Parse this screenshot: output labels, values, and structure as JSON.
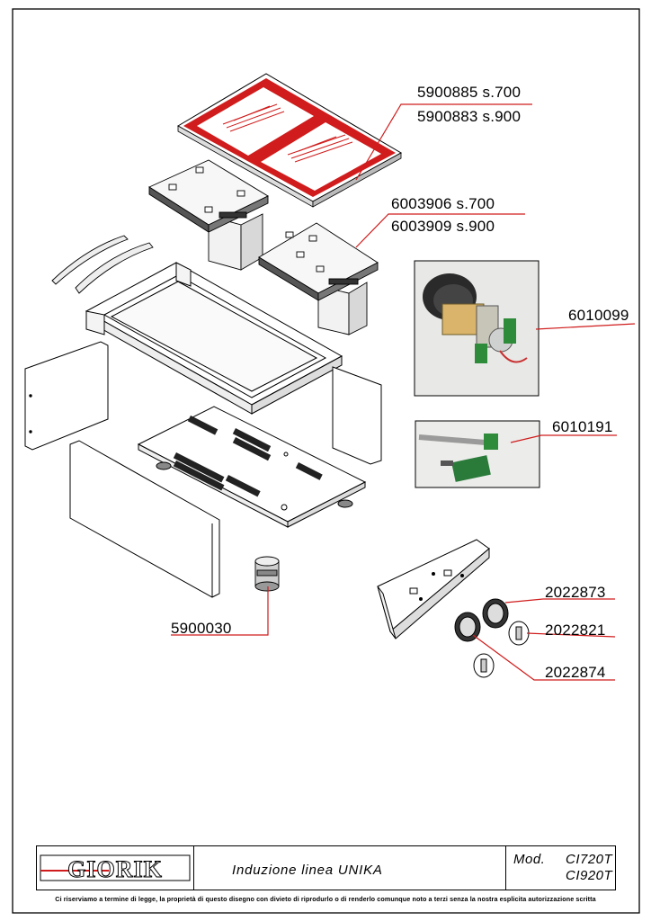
{
  "callouts": [
    {
      "id": "glass-top-700",
      "text": "5900885  s.700"
    },
    {
      "id": "glass-top-900",
      "text": "5900883  s.900"
    },
    {
      "id": "induction-700",
      "text": "6003906  s.700"
    },
    {
      "id": "induction-900",
      "text": "6003909  s.900"
    },
    {
      "id": "fan-motor",
      "text": "6010099"
    },
    {
      "id": "control-board",
      "text": "6010191"
    },
    {
      "id": "foot",
      "text": "5900030"
    },
    {
      "id": "knob-ring",
      "text": "2022873"
    },
    {
      "id": "knob",
      "text": "2022821"
    },
    {
      "id": "knob-2",
      "text": "2022874"
    }
  ],
  "title_block": {
    "logo": "GIORIK",
    "description": "Induzione linea UNIKA",
    "model_label": "Mod.",
    "model_1": "CI720T",
    "model_2": "CI920T"
  },
  "footer": "Ci riserviamo a termine di legge, la proprietà di questo disegno con divieto di riprodurlo o di renderlo comunque noto a terzi senza la nostra esplicita autorizzazione scritta",
  "colors": {
    "accent": "#d01c1c",
    "line": "#000000",
    "frame": "#000000"
  }
}
